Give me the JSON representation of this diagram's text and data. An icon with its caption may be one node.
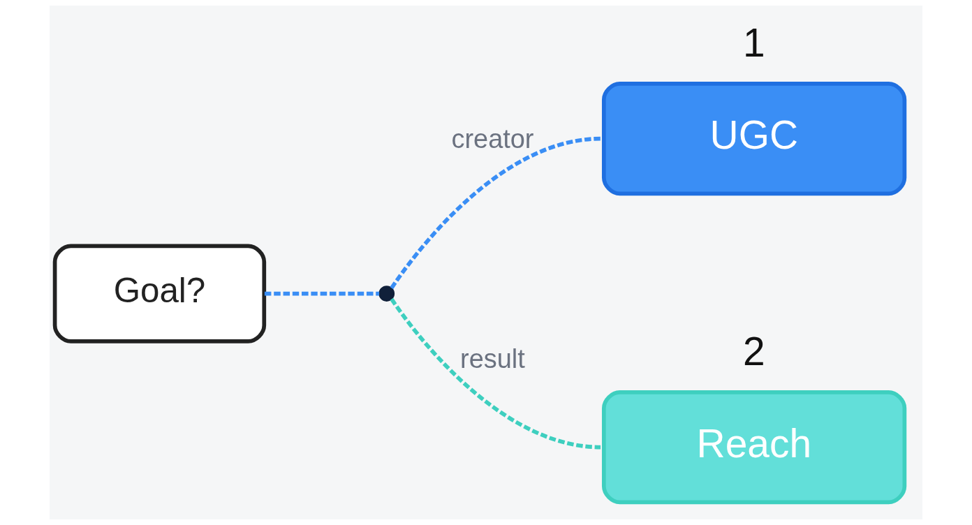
{
  "diagram": {
    "nodes": [
      {
        "text": [
          "Goal?"
        ]
      },
      {
        "text": [],
        "shape": "circle"
      },
      {
        "text": [
          "UGC"
        ],
        "beside": [
          "1"
        ]
      },
      {
        "text": [
          "Reach"
        ],
        "beside": [
          "2"
        ]
      }
    ],
    "edges": [
      {
        "from": 0,
        "to": 1,
        "arrow": "none",
        "style": "dashed"
      },
      {
        "from": 1,
        "to": 2,
        "arrow": "none",
        "style": "dashed",
        "label": "creator"
      },
      {
        "from": 1,
        "to": 3,
        "arrow": "none",
        "style": "dashed",
        "label": "result",
        "color": "#3ecfbf"
      }
    ]
  }
}
